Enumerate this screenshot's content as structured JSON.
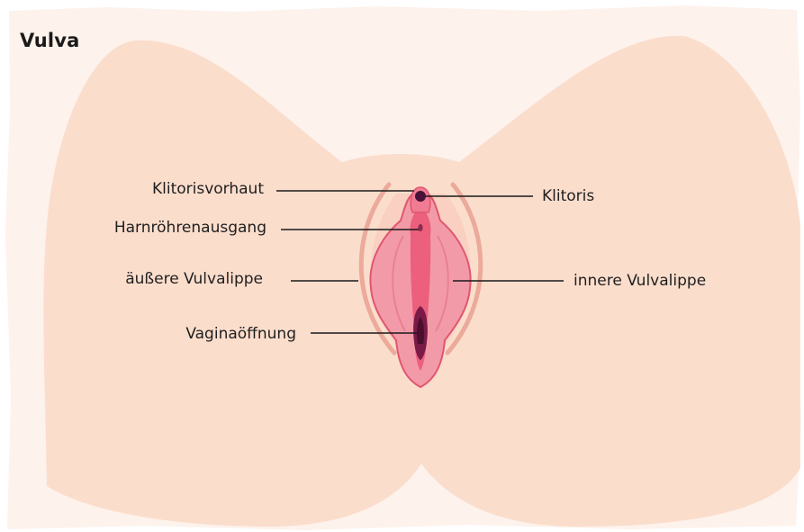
{
  "title": "Vulva",
  "labels": {
    "clitoral_hood": "Klitorisvorhaut",
    "urethral_opening": "Harnröhrenausgang",
    "outer_labia": "äußere Vulvalippe",
    "vaginal_opening": "Vaginaöffnung",
    "clitoris": "Klitoris",
    "inner_labia": "innere Vulvalippe"
  },
  "colors": {
    "background_paper": "#fdf2ec",
    "skin": "#fbddcc",
    "outer_labia": "#f7c4b6",
    "outer_labia_line": "#e9a596",
    "inner_labia": "#f39aa8",
    "inner_labia_edge": "#e0566f",
    "vestibule": "#ef6b86",
    "clitoris": "#4a1238",
    "vaginal_opening": "#7a1a46",
    "leader_line": "#1a1a1a"
  }
}
